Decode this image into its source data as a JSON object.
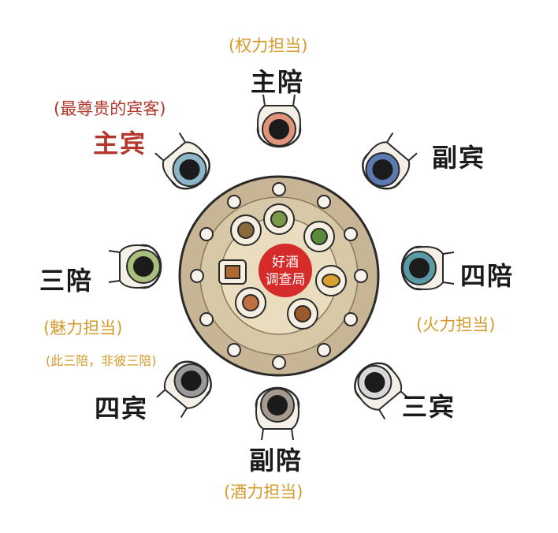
{
  "colors": {
    "red": "#b2362b",
    "gold": "#d49a2b",
    "black": "#1a1a1a",
    "table_wood": "#c8b595",
    "table_inner": "#e9dcbf",
    "seal": "#d62b2b"
  },
  "seats": {
    "zhupei": {
      "role": "主陪",
      "note": "(权力担当)",
      "chair_color": "#e0957a"
    },
    "zhubin": {
      "role": "主宾",
      "note": "(最尊贵的宾客)",
      "chair_color": "#8cb5c8"
    },
    "fubin": {
      "role": "副宾",
      "chair_color": "#5b7bb0"
    },
    "sanpei": {
      "role": "三陪",
      "note": "(魅力担当)",
      "note2": "(此三陪，非彼三陪)",
      "chair_color": "#a9c07c"
    },
    "sipei": {
      "role": "四陪",
      "note": "(火力担当)",
      "chair_color": "#5a9aa4"
    },
    "sibin": {
      "role": "四宾",
      "chair_color": "#9a9a9a"
    },
    "sanbin": {
      "role": "三宾",
      "chair_color": "#d8d8d8"
    },
    "fupei": {
      "role": "副陪",
      "note": "(酒力担当)",
      "chair_color": "#a49b8e"
    }
  },
  "seal": {
    "line1": "好酒",
    "line2": "调查局"
  }
}
